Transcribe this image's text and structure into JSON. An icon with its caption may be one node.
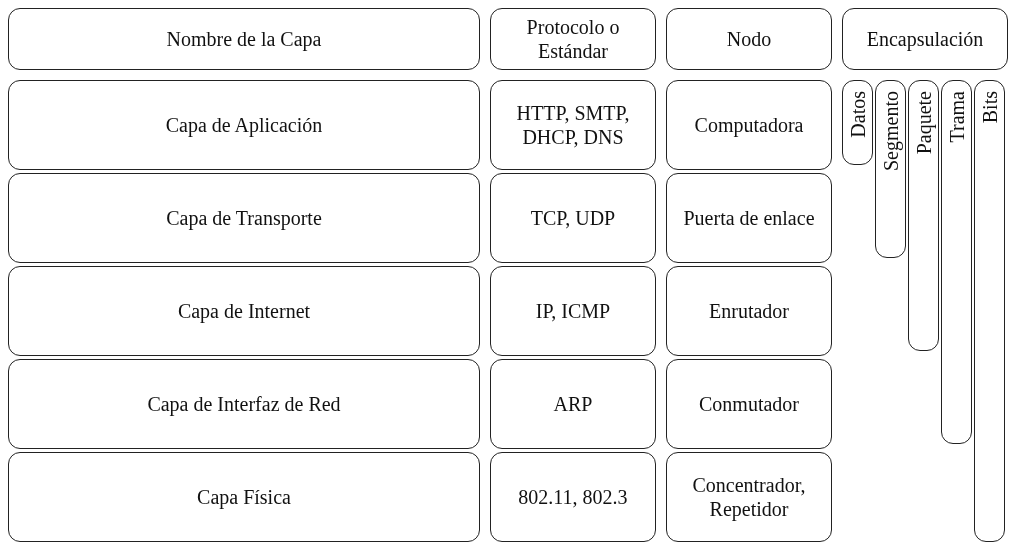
{
  "diagram": {
    "nodes": [
      {
        "text": [
          "Nombre de la Capa"
        ]
      },
      {
        "text": [
          "Protocolo o Estándar"
        ]
      },
      {
        "text": [
          "Nodo"
        ]
      },
      {
        "text": [
          "Encapsulación"
        ]
      },
      {
        "text": [
          "Capa de Aplicación"
        ]
      },
      {
        "text": [
          "HTTP, SMTP, DHCP, DNS"
        ]
      },
      {
        "text": [
          "Computadora"
        ]
      },
      {
        "text": [
          "Capa de Transporte"
        ]
      },
      {
        "text": [
          "TCP, UDP"
        ]
      },
      {
        "text": [
          "Puerta de enlace"
        ]
      },
      {
        "text": [
          "Capa de Internet"
        ]
      },
      {
        "text": [
          "IP, ICMP"
        ]
      },
      {
        "text": [
          "Enrutador"
        ]
      },
      {
        "text": [
          "Capa de Interfaz de Red"
        ]
      },
      {
        "text": [
          "ARP"
        ]
      },
      {
        "text": [
          "Conmutador"
        ]
      },
      {
        "text": [
          "Capa Física"
        ]
      },
      {
        "text": [
          "802.11, 802.3"
        ]
      },
      {
        "text": [
          "Concentrador, Repetidor"
        ]
      },
      {
        "text": [
          "Datos"
        ]
      },
      {
        "text": [
          "Segmento"
        ]
      },
      {
        "text": [
          "Paquete"
        ]
      },
      {
        "text": [
          "Trama"
        ]
      },
      {
        "text": [
          "Bits"
        ]
      }
    ],
    "edges": []
  }
}
